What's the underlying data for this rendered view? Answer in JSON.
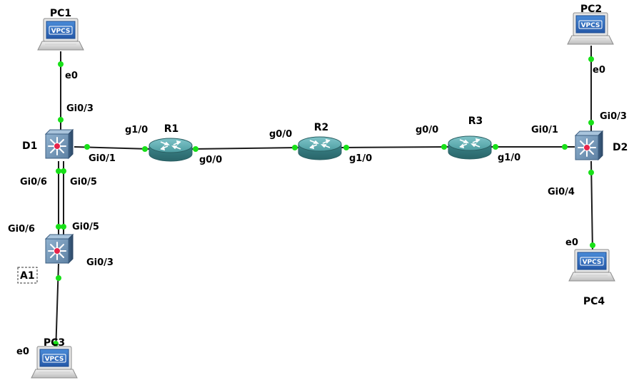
{
  "nodes": {
    "pc1": {
      "name": "PC1",
      "screen": "VPCS"
    },
    "pc2": {
      "name": "PC2",
      "screen": "VPCS"
    },
    "pc3": {
      "name": "PC3",
      "screen": "VPCS"
    },
    "pc4": {
      "name": "PC4",
      "screen": "VPCS"
    },
    "d1": {
      "name": "D1"
    },
    "d2": {
      "name": "D2"
    },
    "a1": {
      "name": "A1"
    },
    "r1": {
      "name": "R1"
    },
    "r2": {
      "name": "R2"
    },
    "r3": {
      "name": "R3"
    }
  },
  "ports": {
    "pc1_e0": "e0",
    "d1_gi03": "Gi0/3",
    "d1_gi01": "Gi0/1",
    "r1_g10": "g1/0",
    "r1_g00": "g0/0",
    "r2_g00": "g0/0",
    "r2_g10": "g1/0",
    "r3_g00": "g0/0",
    "r3_g10": "g1/0",
    "d2_gi01": "Gi0/1",
    "d2_gi03": "Gi0/3",
    "pc2_e0": "e0",
    "d2_gi04": "Gi0/4",
    "pc4_e0": "e0",
    "d1_gi06": "Gi0/6",
    "d1_gi05": "Gi0/5",
    "a1_gi06": "Gi0/6",
    "a1_gi05": "Gi0/5",
    "a1_gi03": "Gi0/3",
    "pc3_e0": "e0"
  },
  "colors": {
    "link_dot": "#18e018",
    "router": "#3f8e93",
    "switch": "#5f7f9f",
    "vpcs_screen": "#2b66b2"
  }
}
